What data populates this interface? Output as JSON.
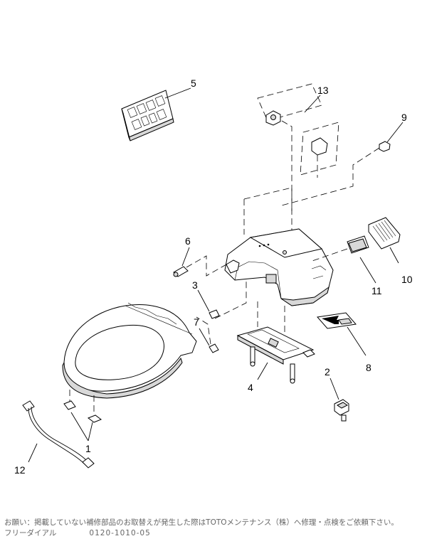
{
  "diagram": {
    "callouts": [
      "1",
      "2",
      "3",
      "4",
      "5",
      "6",
      "7",
      "8",
      "9",
      "10",
      "11",
      "12",
      "13"
    ]
  },
  "footer": {
    "notice": "お願い：掲載していない補修部品のお取替えが発生した際はTOTOメンテナンス（株）へ修理・点検をご依頼下さい。",
    "dial_label": "フリーダイアル",
    "phone": "0120-1010-05"
  }
}
